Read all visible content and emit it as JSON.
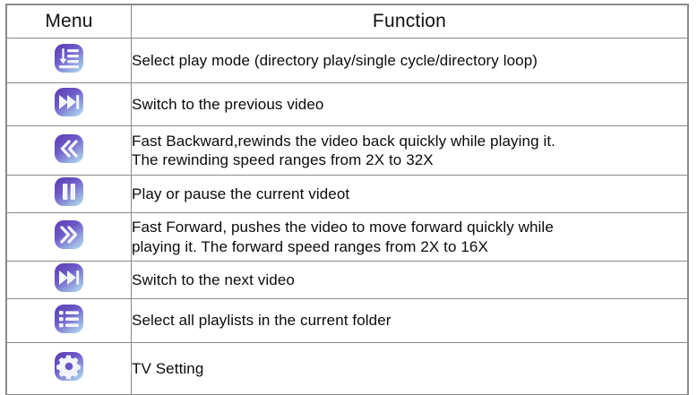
{
  "table": {
    "columns": [
      {
        "key": "menu",
        "label": "Menu"
      },
      {
        "key": "function",
        "label": "Function"
      }
    ],
    "rows": [
      {
        "icon": "play-mode-icon",
        "text_line1": "Select play mode (directory play/single cycle/directory loop)",
        "text_line2": ""
      },
      {
        "icon": "skip-previous-icon",
        "text_line1": "Switch to the previous video",
        "text_line2": ""
      },
      {
        "icon": "fast-backward-icon",
        "text_line1": "Fast Backward,rewinds the video back quickly while playing it.",
        "text_line2": "The rewinding speed ranges from 2X to 32X"
      },
      {
        "icon": "play-pause-icon",
        "text_line1": "Play or pause the current videot",
        "text_line2": ""
      },
      {
        "icon": "fast-forward-icon",
        "text_line1": "Fast Forward, pushes the video to move forward quickly while",
        "text_line2": "playing it. The forward speed ranges from 2X to 16X"
      },
      {
        "icon": "skip-next-icon",
        "text_line1": "Switch to the next video",
        "text_line2": ""
      },
      {
        "icon": "playlist-icon",
        "text_line1": "Select all playlists in the current folder",
        "text_line2": ""
      },
      {
        "icon": "tv-setting-gear-icon",
        "text_line1": "TV Setting",
        "text_line2": ""
      }
    ]
  },
  "colors": {
    "icon_purple_dark": "#4b2f9e",
    "icon_purple_mid": "#6a57c8",
    "icon_blue_light": "#9ec6ea",
    "icon_glyph": "#f2f4fb",
    "table_border": "#8a8a8a",
    "text": "#0b0b0b",
    "background": "#ffffff"
  }
}
